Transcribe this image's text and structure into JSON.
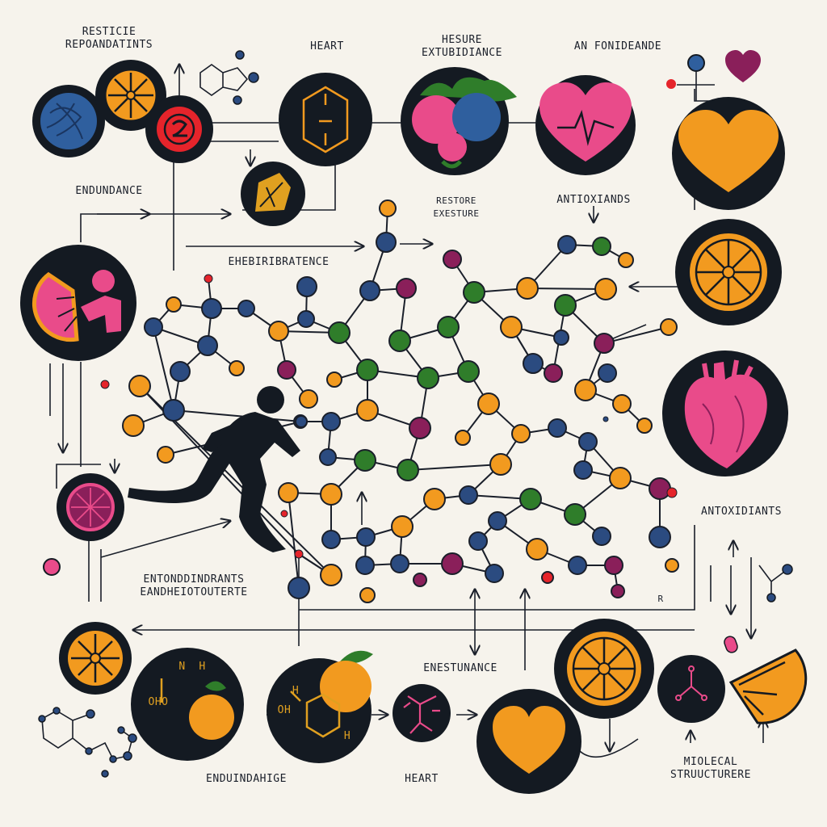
{
  "palette": {
    "background": "#f6f3ec",
    "ink": "#1a1f2a",
    "disc": "#141a22",
    "orange": "#f29a1f",
    "pink": "#e94b8a",
    "blue": "#2f5f9e",
    "navy": "#2b4b80",
    "green": "#2f7d2a",
    "plum": "#8a1f5a",
    "red": "#e5242b",
    "gold": "#e0a020"
  },
  "labels": {
    "top_left": "RESTICIE\nREPOANDATINTS",
    "heart_top": "HEART",
    "top_center": "HESURE\nEXTUBIDIANCE",
    "top_right": "AN FONIDEANDE",
    "endurance_left": "ENDUNDANCE",
    "restore": "RESTORE\nEXESTURE",
    "antioxidants_top": "ANTIOXIANDS",
    "center": "EHEBIRIBRATENCE",
    "antioxidants_right": "ANTOXIDIANTS",
    "r_mark": "R",
    "lower_left": "ENTONDDINDRANTS\nEANDHEIOTOUTERTE",
    "lower_center": "ENESTUNANCE",
    "bottom_left": "ENDUINDAHIGE",
    "bottom_heart": "HEART",
    "bottom_right": "MIOLECAL\nSTRUUCTURERE",
    "chem_oh_1": "OHO",
    "chem_nh": "N  H",
    "chem_h": "H",
    "chem_oh_2": "OH",
    "chem_h2": "H"
  },
  "icons": [
    {
      "name": "blue-fiber-icon",
      "kind": "fiber"
    },
    {
      "name": "orange-slice-icon",
      "kind": "citrus"
    },
    {
      "name": "red-circle-icon",
      "kind": "redring"
    },
    {
      "name": "molecule-ring-icon",
      "kind": "hexagon"
    },
    {
      "name": "berries-icon",
      "kind": "berries"
    },
    {
      "name": "heartbeat-icon",
      "kind": "heartbeat"
    },
    {
      "name": "orange-heart-icon",
      "kind": "heart"
    },
    {
      "name": "gold-leaf-icon",
      "kind": "leaf"
    },
    {
      "name": "grapefruit-runner-icon",
      "kind": "grapefruit"
    },
    {
      "name": "citrus-wheel-icon",
      "kind": "citrus"
    },
    {
      "name": "anatomical-heart-icon",
      "kind": "anatomic"
    },
    {
      "name": "pomegranate-slice-icon",
      "kind": "pomegranate"
    },
    {
      "name": "orange-slice-bottom-icon",
      "kind": "citrus"
    },
    {
      "name": "orange-fruit-icon",
      "kind": "fruit"
    },
    {
      "name": "phenol-orange-icon",
      "kind": "phenol"
    },
    {
      "name": "molecule-small-icon",
      "kind": "molecule"
    },
    {
      "name": "heart-bottom-icon",
      "kind": "heart"
    },
    {
      "name": "citrus-bottom-icon",
      "kind": "citrus"
    },
    {
      "name": "molecular-structure-icon",
      "kind": "molecule"
    },
    {
      "name": "lemon-wedge-icon",
      "kind": "wedge"
    },
    {
      "name": "runner-icon",
      "kind": "runner"
    }
  ]
}
